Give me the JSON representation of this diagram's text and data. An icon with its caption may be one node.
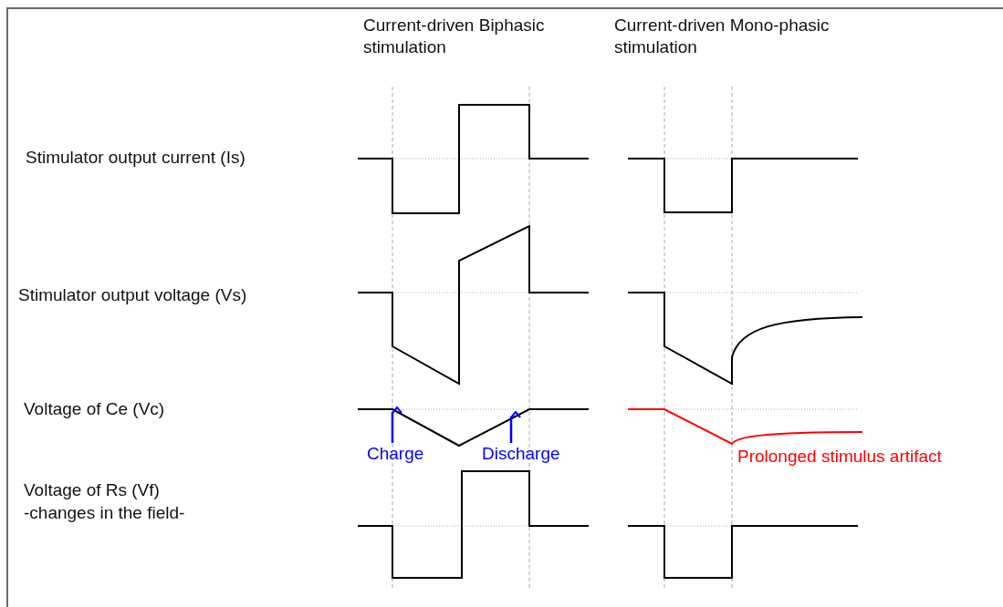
{
  "diagram": {
    "nodes": [
      {
        "text": [
          "Charge"
        ]
      },
      {
        "text": [
          "Discharge"
        ]
      }
    ],
    "edges": [
      {
        "from": 0,
        "to": null,
        "arrow": "to"
      },
      {
        "from": 1,
        "to": null,
        "arrow": "to"
      }
    ],
    "labels": [
      "Current-driven Biphasic stimulation",
      "Current-driven Mono-phasic stimulation",
      "Stimulator output current (Is)",
      "Stimulator output voltage (Vs)",
      "Voltage of Ce (Vc)",
      "Prolonged stimulus artifact",
      "Voltage of Rs (Vf)",
      "-changes in the field-"
    ]
  }
}
